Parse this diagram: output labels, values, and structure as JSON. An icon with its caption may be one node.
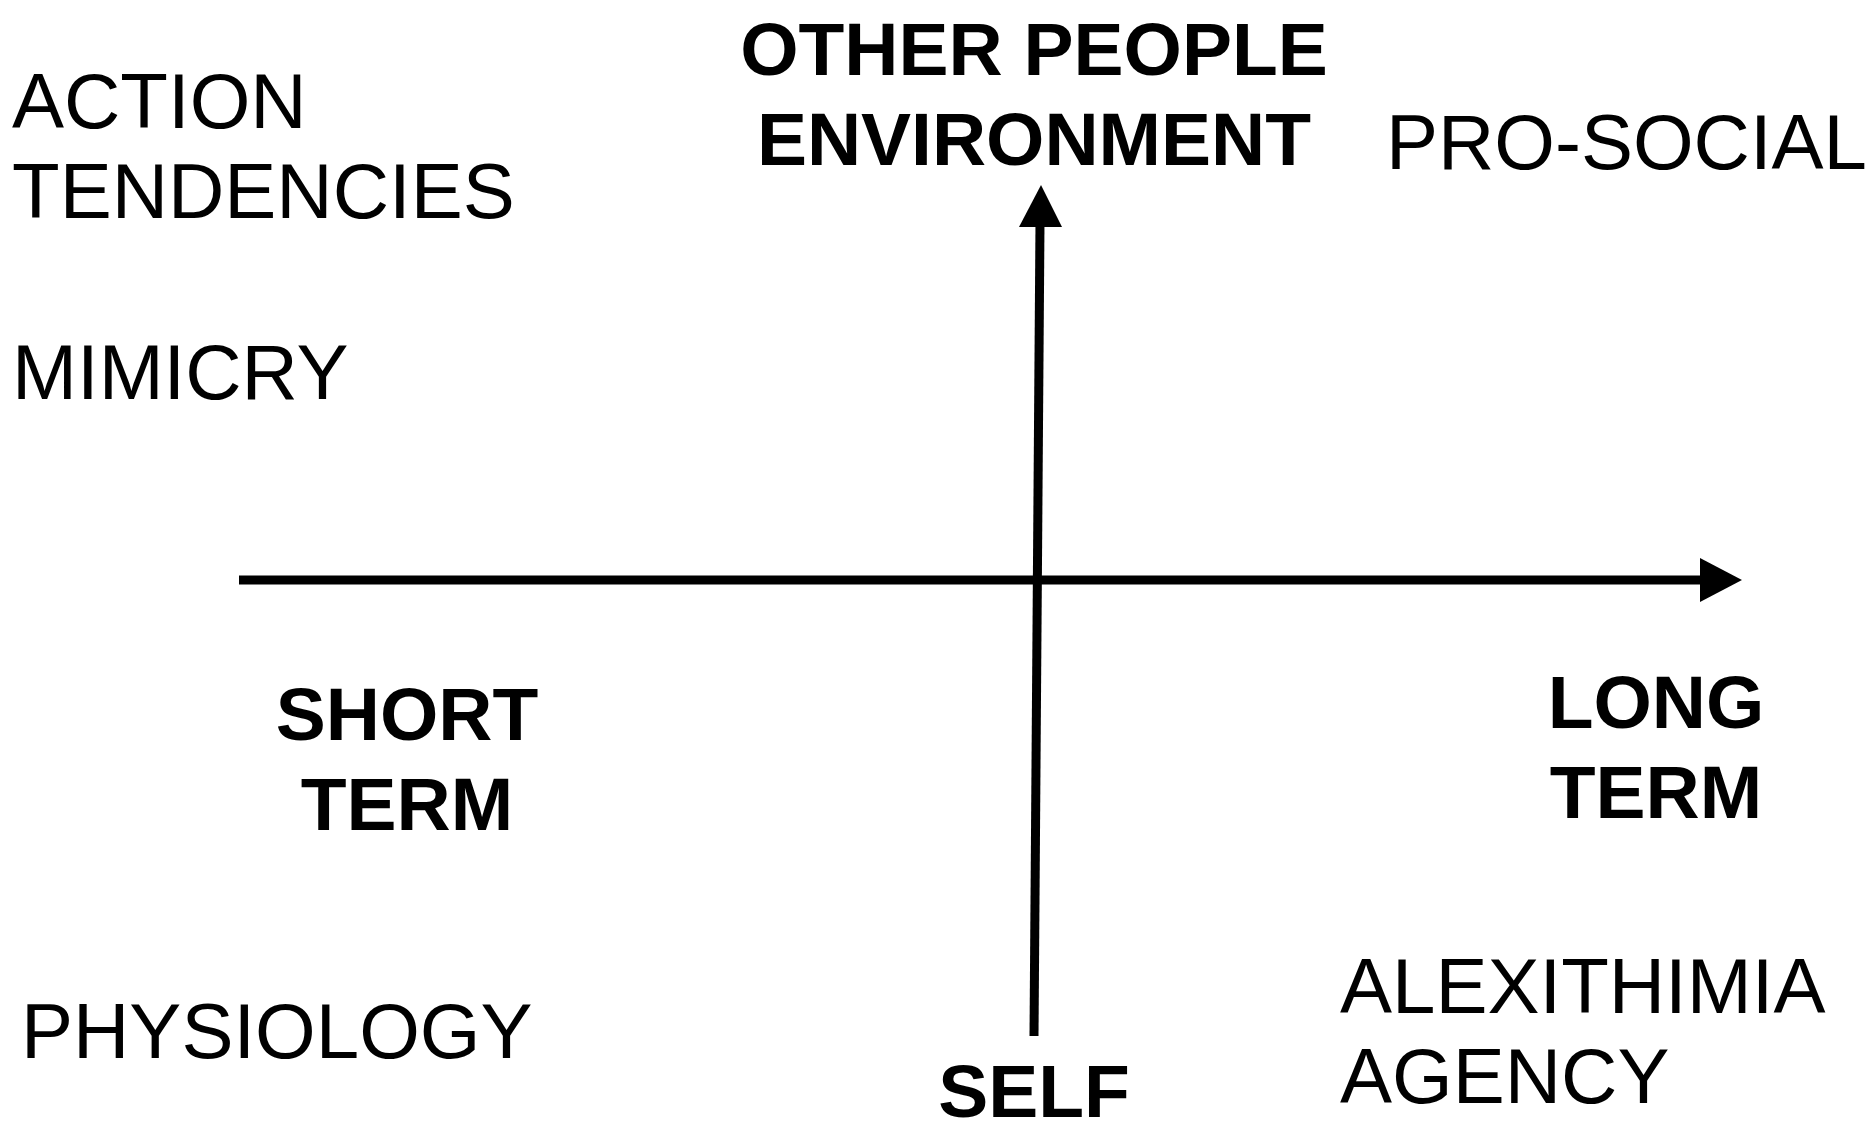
{
  "diagram": {
    "labels": [
      "ACTION TENDENCIES",
      "OTHER PEOPLE ENVIRONMENT",
      "PRO-SOCIAL",
      "MIMICRY",
      "SHORT TERM",
      "LONG TERM",
      "PHYSIOLOGY",
      "ALEXITHIMIA",
      "AGENCY",
      "SELF"
    ]
  }
}
